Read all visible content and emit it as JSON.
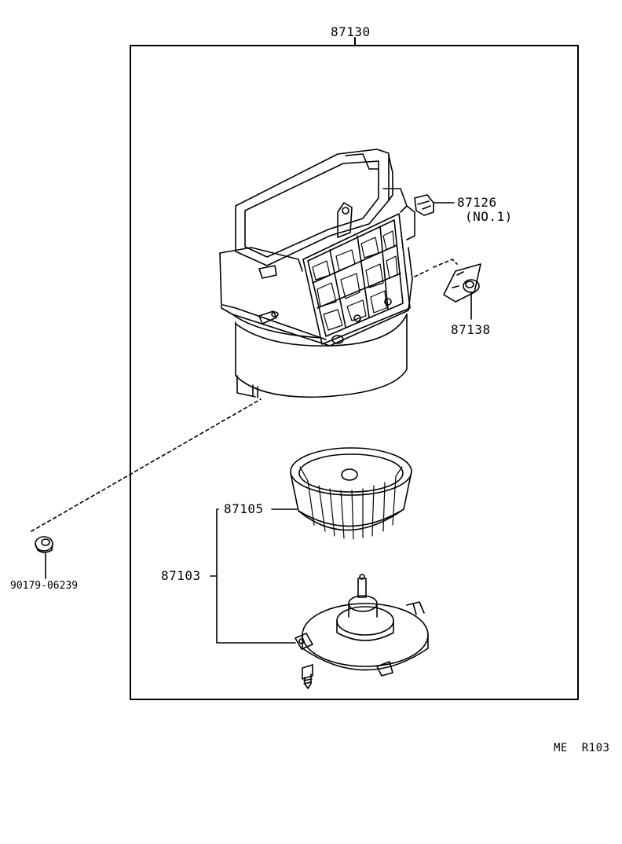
{
  "diagram": {
    "assembly_label": "87130",
    "parts": {
      "connector": {
        "number": "87126",
        "note": "(NO.1)"
      },
      "resistor": {
        "number": "87138"
      },
      "fan": {
        "number": "87105"
      },
      "motor_assy": {
        "number": "87103"
      },
      "nut": {
        "number": "90179-06239"
      }
    },
    "page_code": "ME  R103"
  }
}
